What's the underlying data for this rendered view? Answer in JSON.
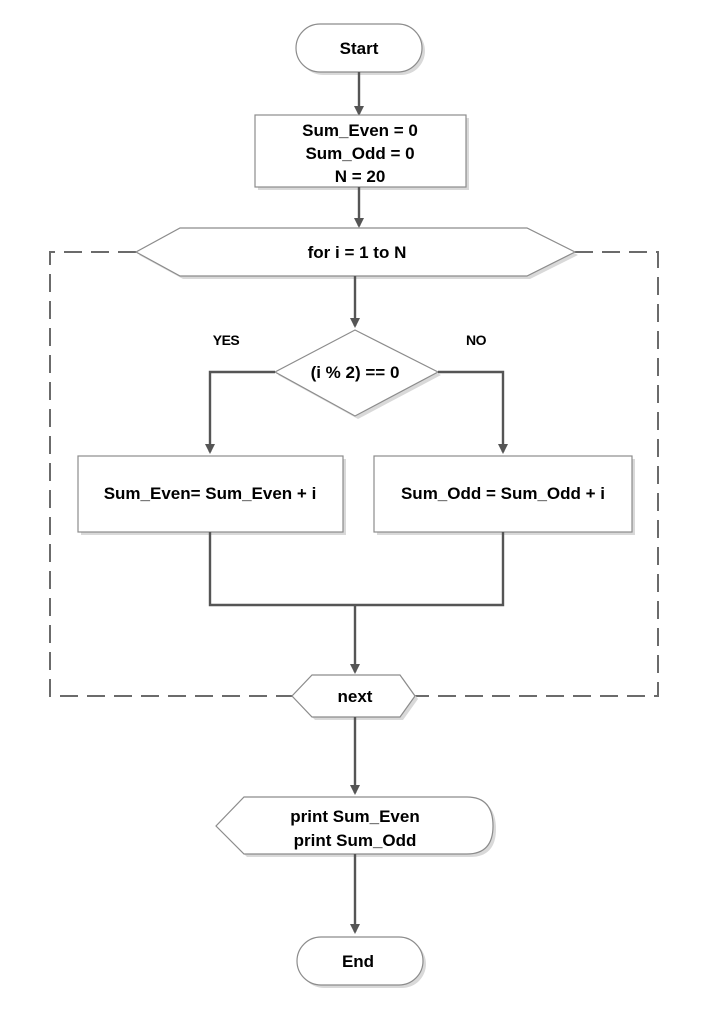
{
  "start": {
    "label": "Start"
  },
  "init": {
    "lines": [
      "Sum_Even = 0",
      "Sum_Odd = 0",
      "N = 20"
    ]
  },
  "loop": {
    "label": "for i = 1 to N",
    "next_label": "next"
  },
  "decision": {
    "label": "(i % 2) == 0",
    "yes_label": "YES",
    "no_label": "NO"
  },
  "even_step": {
    "label": "Sum_Even= Sum_Even + i"
  },
  "odd_step": {
    "label": "Sum_Odd = Sum_Odd + i"
  },
  "output": {
    "lines": [
      "print Sum_Even",
      "print Sum_Odd"
    ]
  },
  "end": {
    "label": "End"
  }
}
